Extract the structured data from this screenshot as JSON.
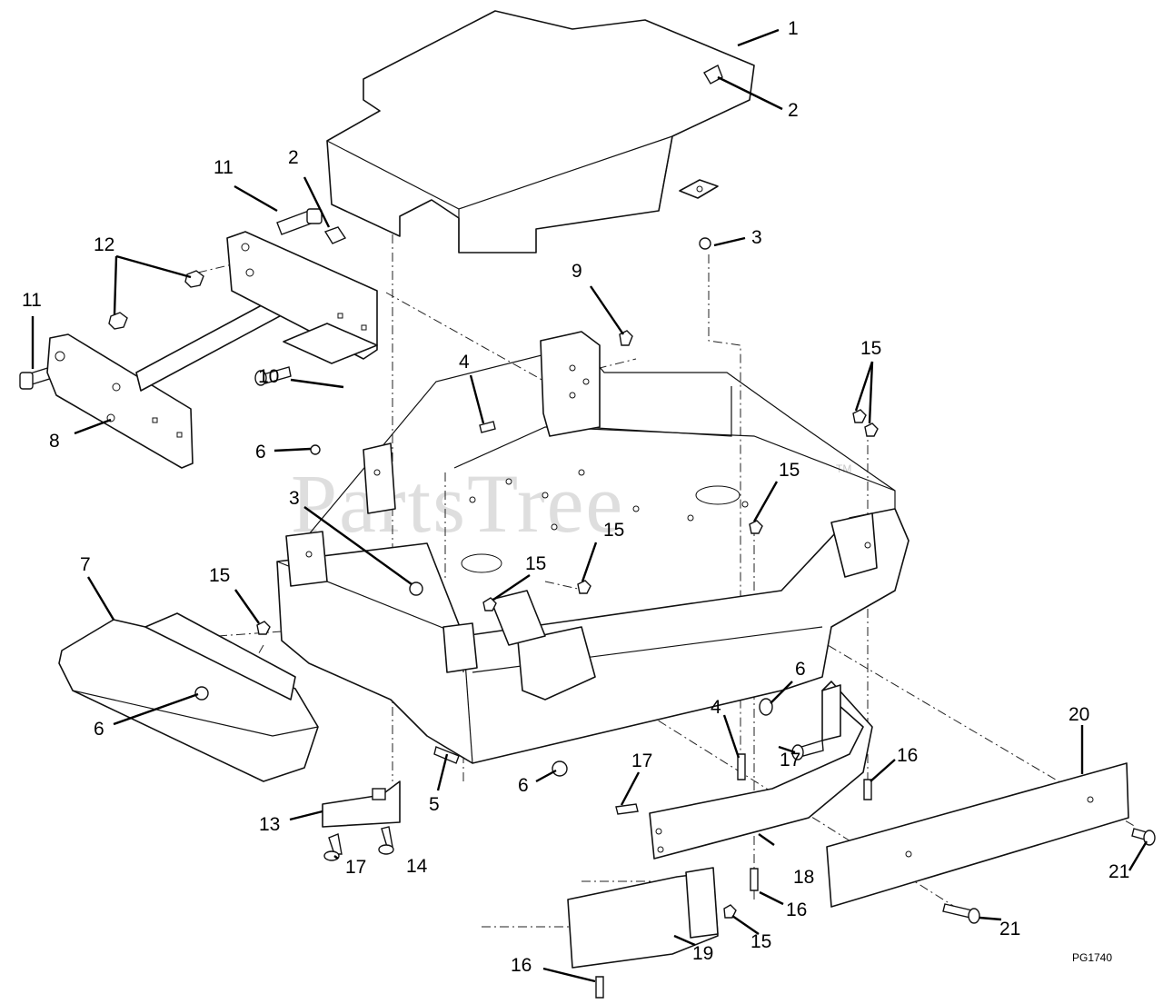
{
  "watermark": {
    "text": "PartsTree",
    "trademark": "TM"
  },
  "figure_id": "PG1740",
  "callouts": [
    {
      "id": "c1",
      "label": "1"
    },
    {
      "id": "c2a",
      "label": "2"
    },
    {
      "id": "c2b",
      "label": "2"
    },
    {
      "id": "c3a",
      "label": "3"
    },
    {
      "id": "c3b",
      "label": "3"
    },
    {
      "id": "c4a",
      "label": "4"
    },
    {
      "id": "c4b",
      "label": "4"
    },
    {
      "id": "c5",
      "label": "5"
    },
    {
      "id": "c6a",
      "label": "6"
    },
    {
      "id": "c6b",
      "label": "6"
    },
    {
      "id": "c6c",
      "label": "6"
    },
    {
      "id": "c6d",
      "label": "6"
    },
    {
      "id": "c7",
      "label": "7"
    },
    {
      "id": "c8",
      "label": "8"
    },
    {
      "id": "c9",
      "label": "9"
    },
    {
      "id": "c10",
      "label": "10"
    },
    {
      "id": "c11a",
      "label": "11"
    },
    {
      "id": "c11b",
      "label": "11"
    },
    {
      "id": "c12",
      "label": "12"
    },
    {
      "id": "c13",
      "label": "13"
    },
    {
      "id": "c14",
      "label": "14"
    },
    {
      "id": "c15a",
      "label": "15"
    },
    {
      "id": "c15b",
      "label": "15"
    },
    {
      "id": "c15c",
      "label": "15"
    },
    {
      "id": "c15d",
      "label": "15"
    },
    {
      "id": "c15e",
      "label": "15"
    },
    {
      "id": "c15f",
      "label": "15"
    },
    {
      "id": "c16a",
      "label": "16"
    },
    {
      "id": "c16b",
      "label": "16"
    },
    {
      "id": "c16c",
      "label": "16"
    },
    {
      "id": "c17a",
      "label": "17"
    },
    {
      "id": "c17b",
      "label": "17"
    },
    {
      "id": "c17c",
      "label": "17"
    },
    {
      "id": "c18",
      "label": "18"
    },
    {
      "id": "c19",
      "label": "19"
    },
    {
      "id": "c20",
      "label": "20"
    },
    {
      "id": "c21a",
      "label": "21"
    },
    {
      "id": "c21b",
      "label": "21"
    }
  ]
}
